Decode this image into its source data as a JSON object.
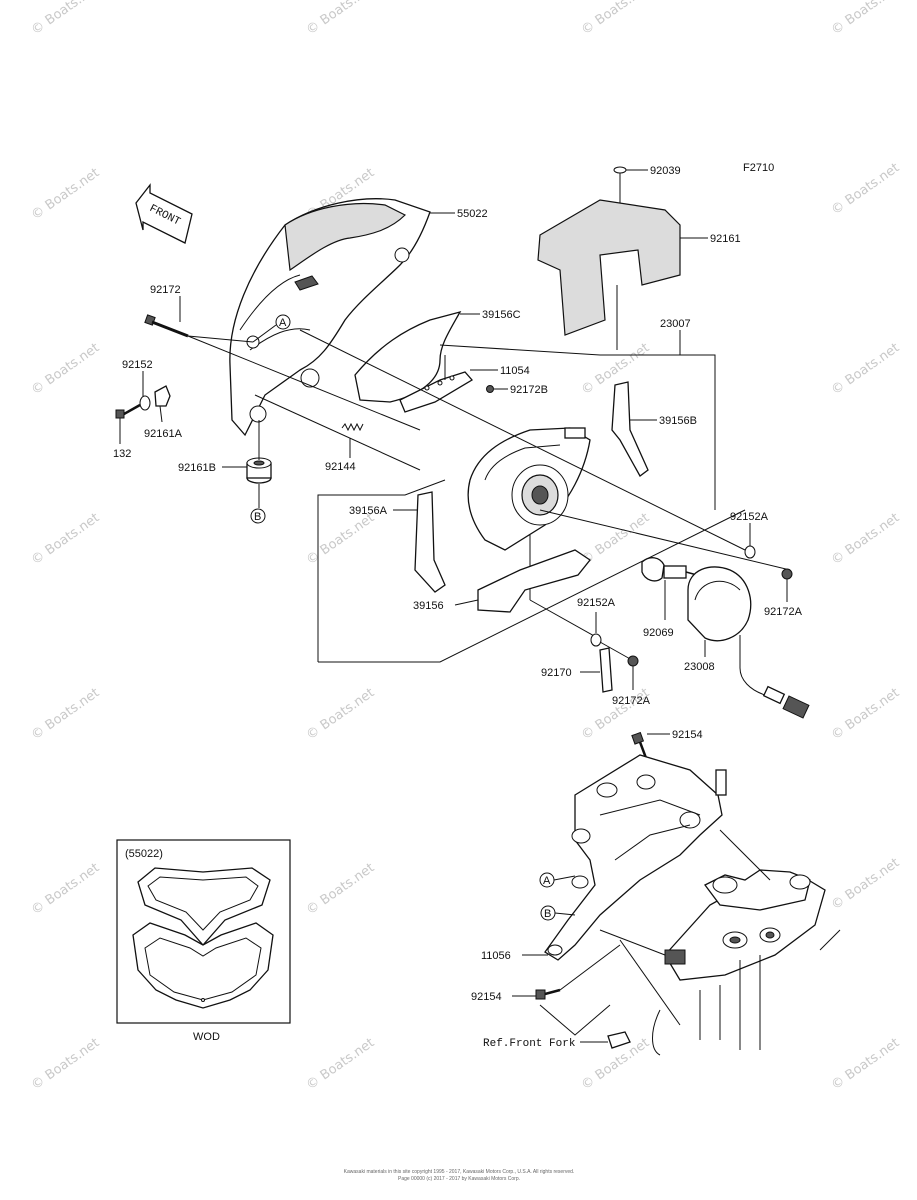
{
  "figure_code": "F2710",
  "front_arrow": "FRONT",
  "parts": {
    "p55022": "55022",
    "p92039": "92039",
    "p92161": "92161",
    "p39156C": "39156C",
    "p23007": "23007",
    "p11054": "11054",
    "p92172B": "92172B",
    "p39156B": "39156B",
    "p92172": "92172",
    "p92152": "92152",
    "p92161A": "92161A",
    "p132": "132",
    "p92161B": "92161B",
    "p92144": "92144",
    "p39156A": "39156A",
    "p39156": "39156",
    "p92152A_r": "92152A",
    "p92172A_r": "92172A",
    "p92069": "92069",
    "p23008": "23008",
    "p92152A_b": "92152A",
    "p92170": "92170",
    "p92172A_b": "92172A",
    "p92154_t": "92154",
    "p11056": "11056",
    "p92154_b": "92154",
    "ref_front_fork": "Ref.Front Fork"
  },
  "callouts": {
    "a1": "A",
    "b1": "B",
    "a2": "A",
    "b2": "B"
  },
  "inset": {
    "title": "(55022)",
    "caption": "WOD"
  },
  "watermark": "© Boats.net",
  "footer": {
    "line1": "Kawasaki materials in this site copyright 1995 - 2017, Kawasaki Motors Corp., U.S.A. All rights reserved.",
    "line2": "Page 00000 (c) 2017 - 2017 by Kawasaki Motors Corp."
  }
}
